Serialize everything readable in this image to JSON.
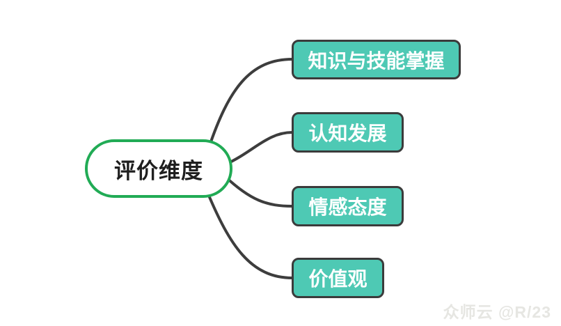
{
  "mindmap": {
    "root": {
      "label": "评价维度"
    },
    "topics": [
      {
        "label": "知识与技能掌握"
      },
      {
        "label": "认知发展"
      },
      {
        "label": "情感态度"
      },
      {
        "label": "价值观"
      }
    ]
  },
  "watermark": {
    "text": "众师云 @R/23"
  },
  "colors": {
    "background": "#ffffff",
    "root_border_green": "#21ab55",
    "root_text": "#1f1f1f",
    "topic_fill_teal": "#4ec9b4",
    "topic_border": "#3b3b3b",
    "topic_text": "#ffffff",
    "connector": "#3d3d3d",
    "watermark_text": "#e6e6e2"
  }
}
